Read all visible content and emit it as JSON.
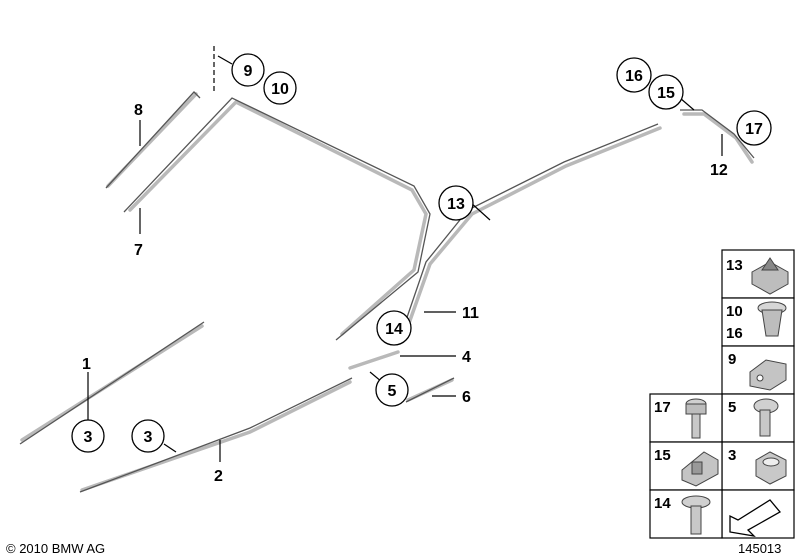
{
  "callouts": {
    "c1": "1",
    "c2": "2",
    "c3a": "3",
    "c3b": "3",
    "c4": "4",
    "c5": "5",
    "c6": "6",
    "c7": "7",
    "c8": "8",
    "c9": "9",
    "c10": "10",
    "c11": "11",
    "c12": "12",
    "c13": "13",
    "c14": "14",
    "c15": "15",
    "c16": "16",
    "c17": "17"
  },
  "table": {
    "r13": "13",
    "r10": "10",
    "r16": "16",
    "r9": "9",
    "r17": "17",
    "r5": "5",
    "r15": "15",
    "r3": "3",
    "r14": "14"
  },
  "footer": {
    "copyright": "© 2010 BMW AG",
    "diagram_number": "145013"
  }
}
